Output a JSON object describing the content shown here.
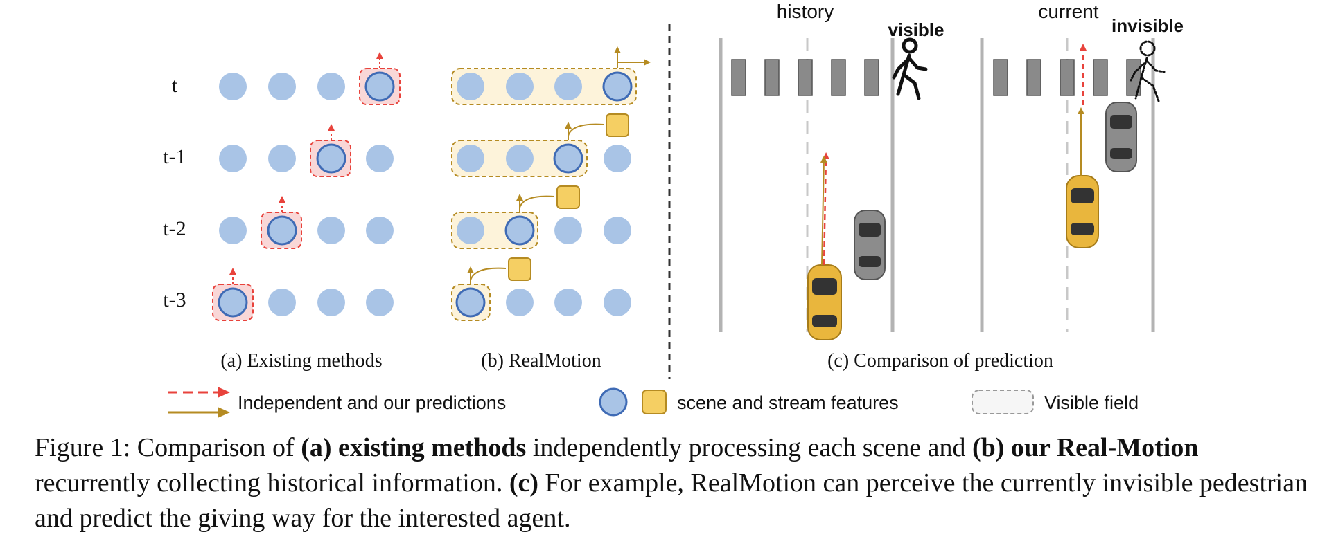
{
  "time_labels": [
    "t",
    "t-1",
    "t-2",
    "t-3"
  ],
  "panel_a": {
    "caption": "(a) Existing methods"
  },
  "panel_b": {
    "caption": "(b) RealMotion"
  },
  "panel_c": {
    "caption": "(c) Comparison of prediction",
    "history_label": "history",
    "current_label": "current",
    "visible_label": "visible",
    "invisible_label": "invisible"
  },
  "legend": {
    "predictions": "Independent and our predictions",
    "features": "scene and stream features",
    "visible_field": "Visible field"
  },
  "caption": {
    "prefix": "Figure 1: Comparison of ",
    "a_marker": "(a)",
    "a_phrase": "existing methods",
    "mid1": " independently processing each scene and ",
    "b_marker": "(b)",
    "b_phrase": "our Real-Motion",
    "mid2": " recurrently collecting historical information. ",
    "c_marker": "(c)",
    "end": " For example, RealMotion can perceive the currently invisible pedestrian and predict the giving way for the interested agent."
  },
  "colors": {
    "node_fill": "#a9c4e6",
    "node_stroke": "#3f6bb5",
    "feature_fill": "#f5cf63",
    "feature_stroke": "#b58b22",
    "pred_red": "#e8433c",
    "pred_gold": "#b58b22",
    "field_red_bg": "#f9d7d7",
    "field_yellow_bg": "#fdf3da",
    "road_line": "#b3b3b3",
    "crosswalk": "#8a8a8a",
    "car_yellow": "#e9b63d",
    "car_gray": "#8c8c8c"
  }
}
